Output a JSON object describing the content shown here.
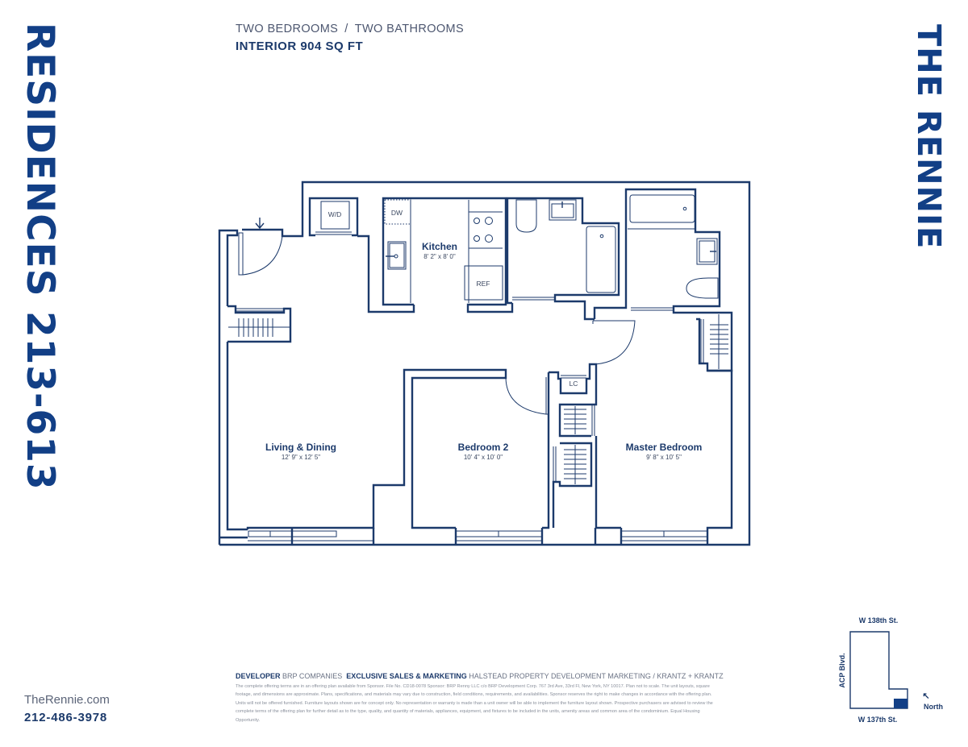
{
  "branding": {
    "residence_title": "RESIDENCES 213-613",
    "building_name": "THE RENNIE",
    "accent_color": "#123f86",
    "line_color": "#1c3a6b"
  },
  "header": {
    "bedrooms": "TWO BEDROOMS",
    "separator": "/",
    "bathrooms": "TWO BATHROOMS",
    "interior": "INTERIOR 904 SQ FT"
  },
  "floor_plan": {
    "rooms": [
      {
        "name": "Kitchen",
        "dimensions": "8' 2\" x 8' 0\""
      },
      {
        "name": "Living & Dining",
        "dimensions": "12' 9\" x 12' 5\""
      },
      {
        "name": "Bedroom 2",
        "dimensions": "10' 4\" x 10' 0\""
      },
      {
        "name": "Master Bedroom",
        "dimensions": "9' 8\" x 10' 5\""
      }
    ],
    "fixtures": {
      "washer_dryer": "W/D",
      "dishwasher": "DW",
      "refrigerator": "REF",
      "linen_closet": "LC"
    }
  },
  "key_plan": {
    "north_street": "W 138th St.",
    "south_street": "W 137th St.",
    "west_street": "ACP Blvd.",
    "north_label": "North",
    "north_arrow": "↖"
  },
  "contact": {
    "website": "TheRennie.com",
    "phone": "212-486-3978"
  },
  "footer": {
    "developer_label": "DEVELOPER",
    "developer": "BRP COMPANIES",
    "sales_label": "EXCLUSIVE SALES & MARKETING",
    "sales": "HALSTEAD PROPERTY DEVELOPMENT MARKETING / KRANTZ + KRANTZ",
    "legal": "The complete offering terms are in an offering plan available from Sponsor. File No. CD18-0078 Sponsor: BRP Renny LLC c/o BRP Development Corp. 767 3rd Ave, 33rd Fl, New York, NY 10017. Plan not to scale. The unit layouts, square footage, and dimensions are approximate. Plans, specifications, and materials may vary due to construction, field conditions, requirements, and availabilities. Sponsor reserves the right to make changes in accordance with the offering plan. Units will not be offered furnished. Furniture layouts shown are for concept only. No representation or warranty is made than a unit owner will be able to implement the furniture layout shown. Prospective purchasers are advised to review the complete terms of the offering plan for further detail as to the type, quality, and quantity of materials, appliances, equipment, and fixtures to be included in the units, amenity areas and common area of the condominium. Equal Housing Opportunity."
  }
}
